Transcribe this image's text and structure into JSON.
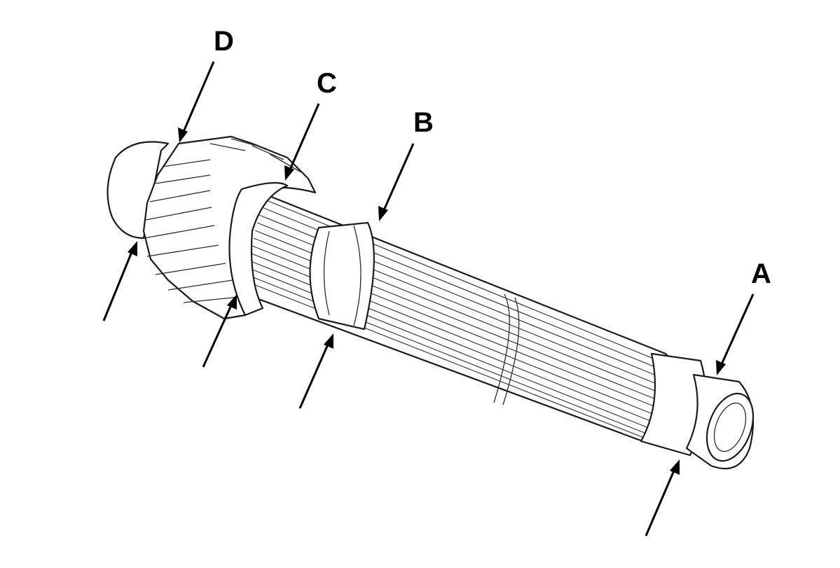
{
  "callouts": {
    "a": "A",
    "b": "B",
    "c": "C",
    "d": "D"
  },
  "colors": {
    "line": "#1a1a1a",
    "background": "#ffffff"
  }
}
